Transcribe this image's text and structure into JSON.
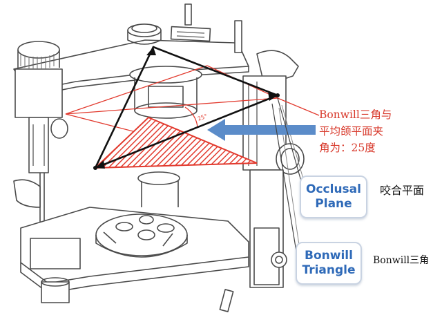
{
  "annotation": {
    "lines": [
      "Bonwill三角与",
      "平均颌平面夹",
      "角为：25度"
    ],
    "color": "#d83a2c"
  },
  "angle_mark": "25°",
  "callouts": {
    "occlusal": {
      "line1": "Occlusal",
      "line2": "Plane"
    },
    "bonwill": {
      "line1": "Bonwill",
      "line2": "Triangle"
    }
  },
  "labels": {
    "occlusal_cn": "咬合平面",
    "bonwill_cn": "Bonwill三角"
  },
  "colors": {
    "triangle_fill": "#e23a2e",
    "arrow": "#5b8cc9",
    "callout_text": "#2f6ab8"
  }
}
